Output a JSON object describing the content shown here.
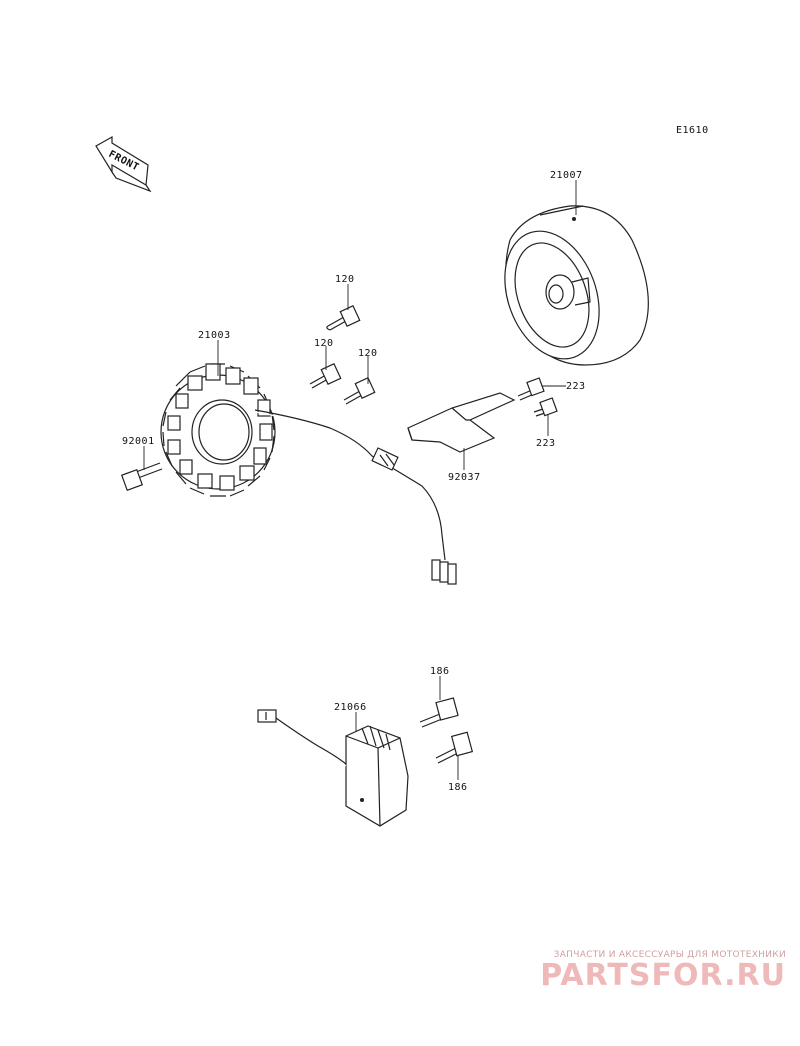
{
  "diagram_code": "E1610",
  "front_label": "FRONT",
  "parts": {
    "rotor": "21007",
    "stator": "21003",
    "bolt_top": "120",
    "bolt_left": "120",
    "bolt_right": "120",
    "bolt_stator": "92001",
    "bracket": "92037",
    "bracket_bolt_top": "223",
    "bracket_bolt_bottom": "223",
    "regulator": "21066",
    "reg_bolt_top": "186",
    "reg_bolt_bottom": "186"
  },
  "watermark": {
    "subtitle": "ЗАПЧАСТИ И АКСЕССУАРЫ ДЛЯ МОТОТЕХНИКИ",
    "logo": "PARTSFOR.RU"
  }
}
